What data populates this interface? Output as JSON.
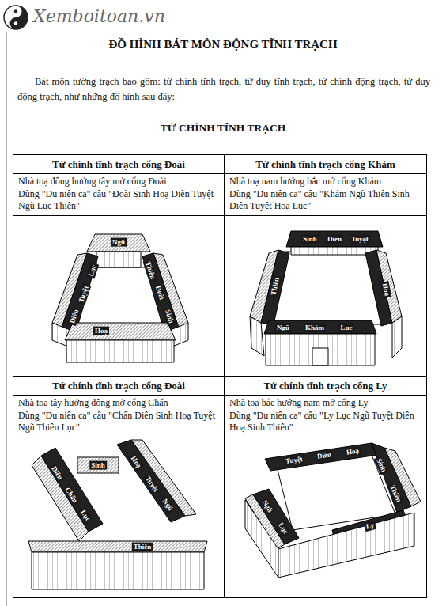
{
  "diagram": {
    "title": "ĐỒ HÌNH BÁT MÔN ĐỘNG TĨNH TRẠCH",
    "nodes": [
      {
        "text": [
          "Tứ chính tĩnh trạch cổng Đoài",
          "Nhà toạ đông hướng tây mở cổng Đoài",
          "Dùng \"Du niên ca\" câu \"Đoài Sinh Hoạ Diên Tuyệt Ngũ Lục Thiên\""
        ]
      },
      {
        "text": [
          "Tứ chính tĩnh trạch cổng Khảm",
          "Nhà toạ nam hướng bắc mở cổng Khảm",
          "Dùng \"Du niên ca\" câu \"Khảm Ngũ Thiên Sinh Diên Tuyệt Hoạ Lục\""
        ]
      },
      {
        "text": [
          "Tứ chính tĩnh trạch cổng Đoài",
          "Nhà toạ tây hướng đông mở cổng Chấn",
          "Dùng \"Du niên ca\" câu \"Chấn Diên Sinh Hoạ Tuyệt Ngũ Thiên Lục\""
        ]
      },
      {
        "text": [
          "Tứ chính tĩnh trạch cổng Ly",
          "Nhà toạ bắc hướng nam mở cổng Ly",
          "Dùng \"Du niên ca\" câu \"Ly Lục Ngũ Tuyệt Diên Hoạ Sinh Thiên\""
        ]
      }
    ],
    "labels": [
      "Xemboitoan.vn",
      "Bát môn tướng trạch bao gồm: tứ chính tĩnh trạch, tứ duy tĩnh trạch, tứ chính động trạch, tứ duy động trạch, như những đồ hình sau đây:",
      "TỨ CHÍNH TĨNH TRẠCH",
      "Ngũ",
      "Lục",
      "Tuyệt",
      "Diên",
      "Thiên",
      "Đoài",
      "Sinh",
      "Hoạ",
      "Sinh",
      "Diên",
      "Tuyệt",
      "Thiên",
      "Hoạ",
      "Ngũ",
      "Khảm",
      "Lục",
      "Diên",
      "Chấn",
      "Lục",
      "Sinh",
      "Hoạ",
      "Tuyệt",
      "Ngũ",
      "Thiên",
      "Tuyệt",
      "Diên",
      "Hoạ",
      "Sinh",
      "Thiên",
      "Ngũ",
      "Lục",
      "Ly"
    ]
  }
}
